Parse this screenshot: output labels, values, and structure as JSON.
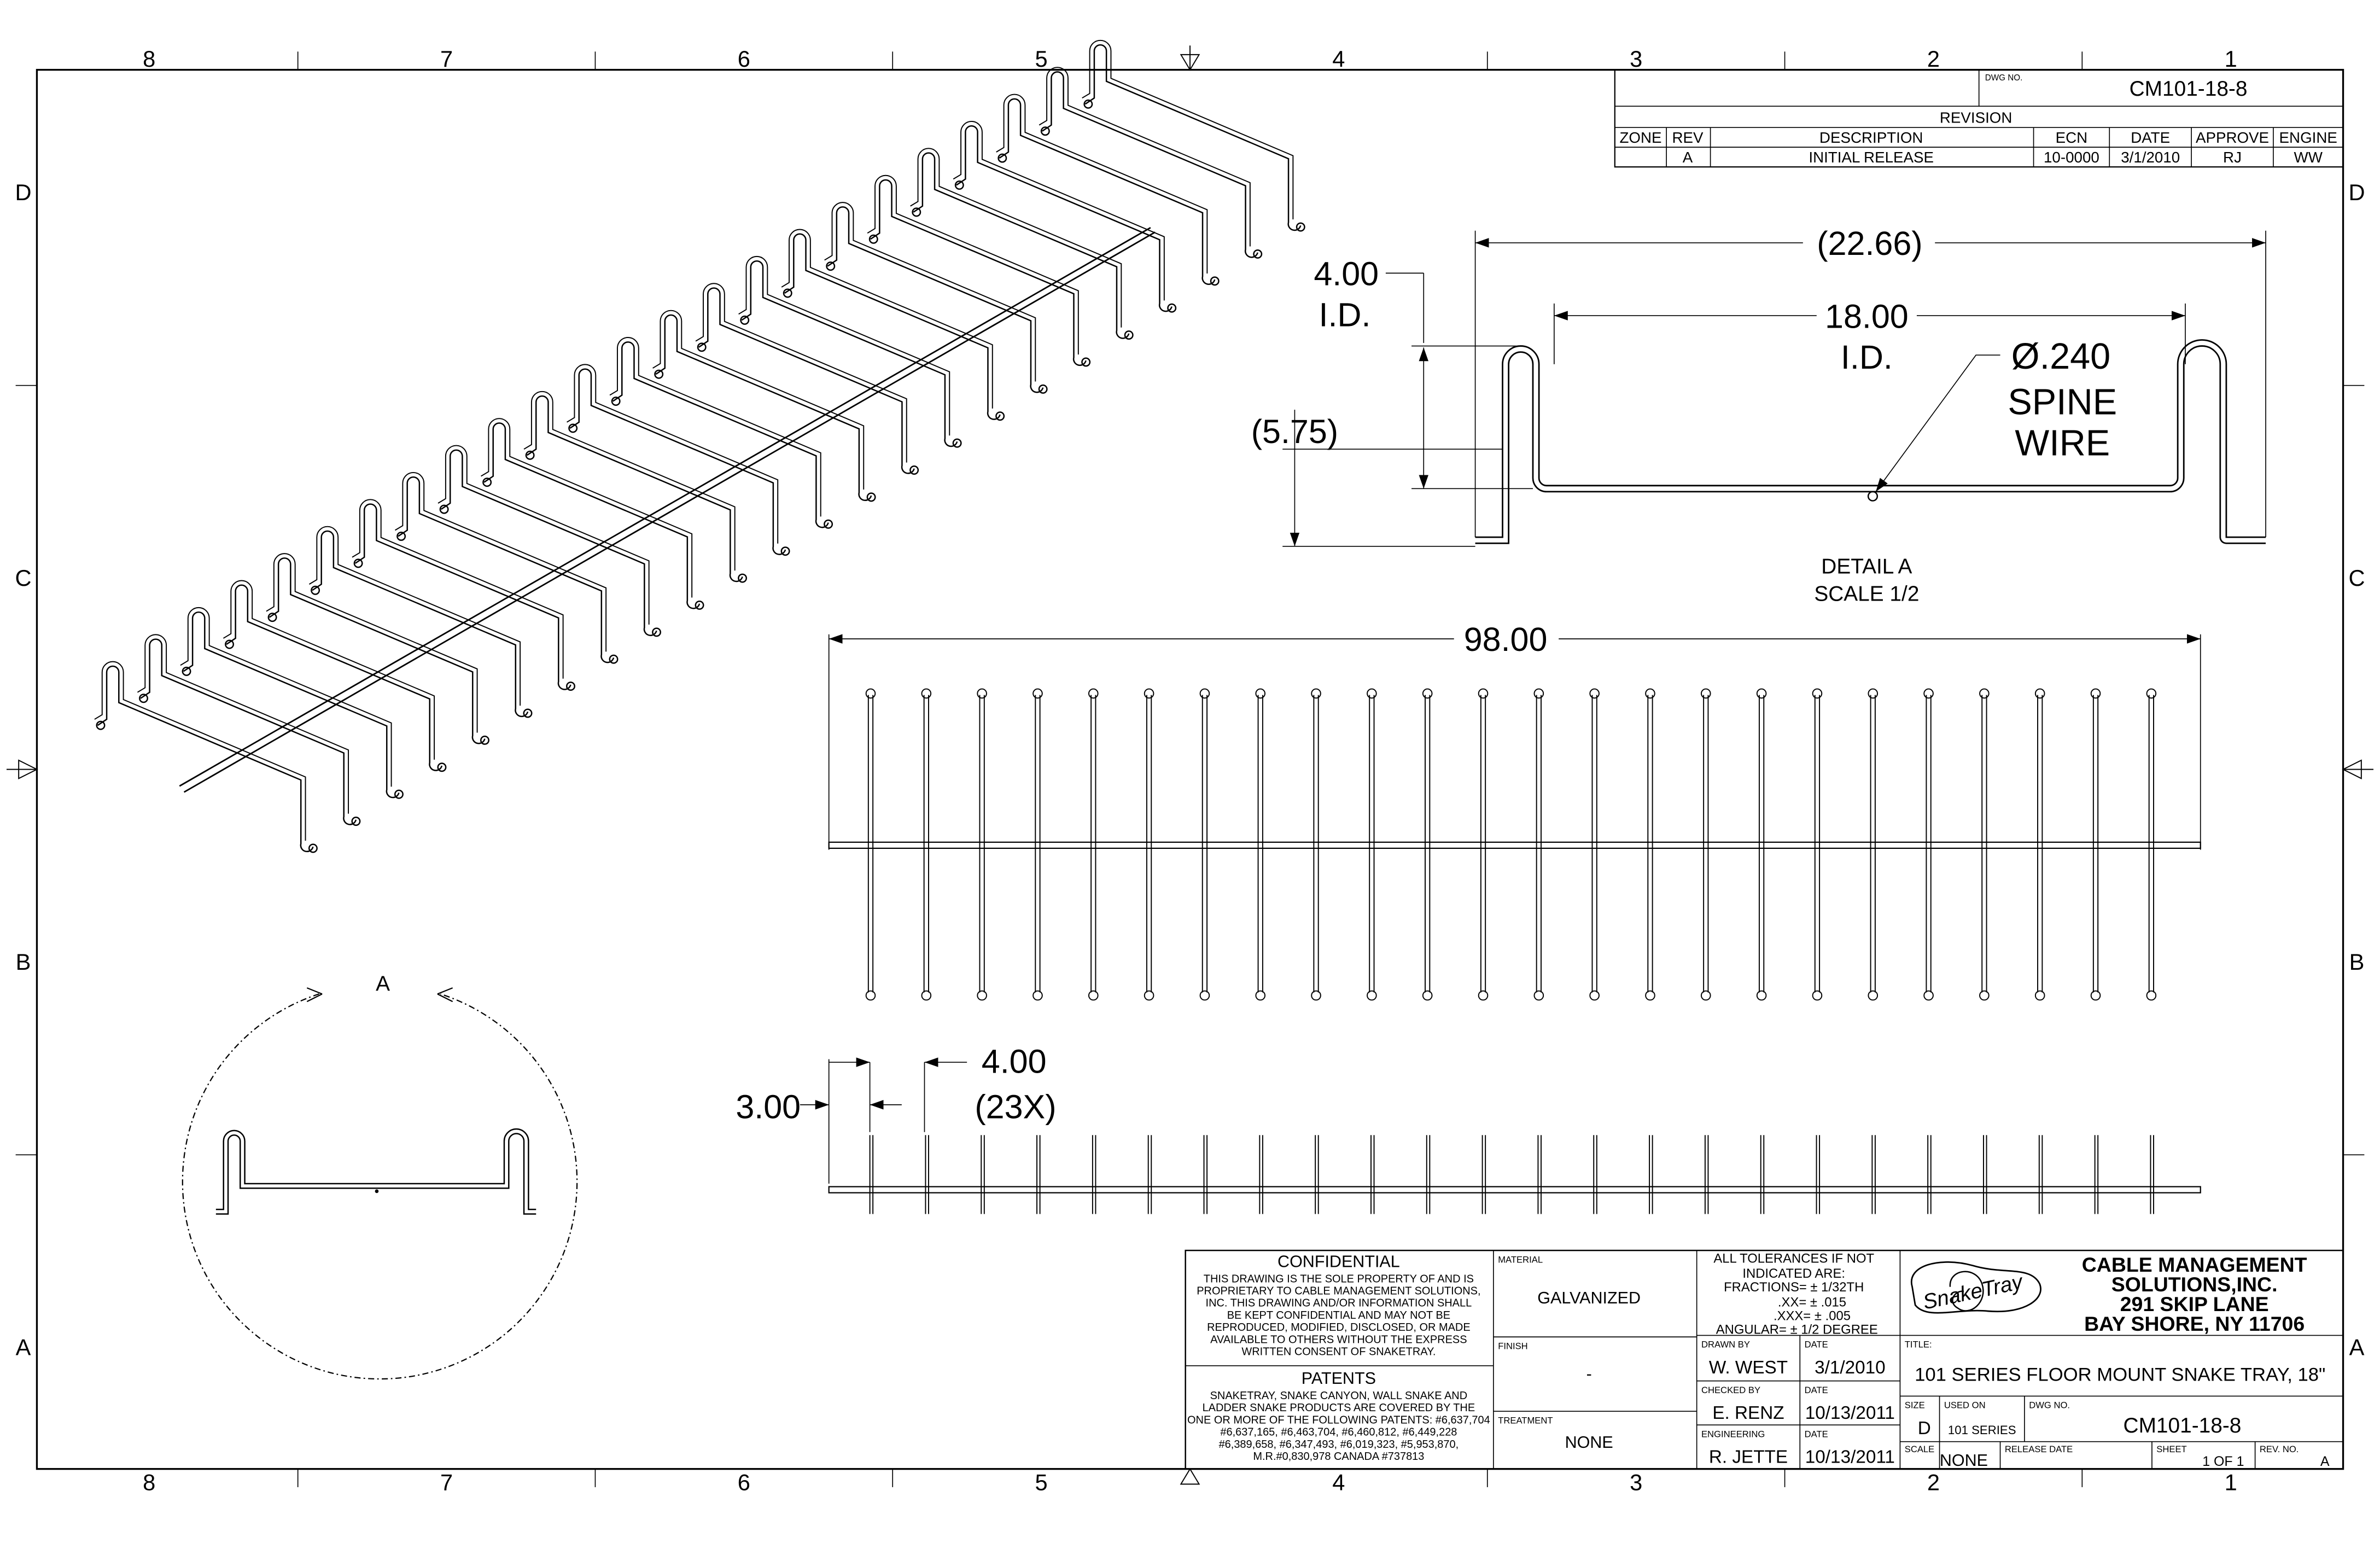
{
  "sheet": {
    "dwg_no_label": "DWG NO.",
    "dwg_no": "CM101-18-8",
    "border_columns": [
      "8",
      "7",
      "6",
      "5",
      "4",
      "3",
      "2",
      "1"
    ],
    "border_rows": [
      "D",
      "C",
      "B",
      "A"
    ]
  },
  "revision": {
    "title": "REVISION",
    "headers": [
      "ZONE",
      "REV",
      "DESCRIPTION",
      "ECN",
      "DATE",
      "APPROVE",
      "ENGINE"
    ],
    "row": [
      "",
      "A",
      "INITIAL RELEASE",
      "10-0000",
      "3/1/2010",
      "RJ",
      "WW"
    ]
  },
  "detail_a": {
    "overall_width": "(22.66)",
    "id_height_value": "4.00",
    "id_height_unit": "I.D.",
    "id_width_value": "18.00",
    "id_width_unit": "I.D.",
    "overall_height": "(5.75)",
    "spine_dia": "Ø.240",
    "spine_line1": "SPINE",
    "spine_line2": "WIRE",
    "title": "DETAIL  A",
    "scale": "SCALE 1/2"
  },
  "top_view": {
    "length": "98.00",
    "rung_count": 24
  },
  "side_view": {
    "start_offset": "3.00",
    "pitch": "4.00",
    "pitch_count": "(23X)"
  },
  "section_callout": "A",
  "confidential": {
    "title": "CONFIDENTIAL",
    "lines": [
      "THIS DRAWING IS THE SOLE PROPERTY OF AND IS",
      "PROPRIETARY TO CABLE MANAGEMENT SOLUTIONS,",
      "INC. THIS DRAWING AND/OR INFORMATION SHALL",
      "BE KEPT CONFIDENTIAL AND MAY NOT BE",
      "REPRODUCED, MODIFIED, DISCLOSED, OR MADE",
      "AVAILABLE TO OTHERS WITHOUT THE EXPRESS",
      "WRITTEN CONSENT OF SNAKETRAY."
    ]
  },
  "patents": {
    "title": "PATENTS",
    "lines": [
      "SNAKETRAY, SNAKE CANYON, WALL SNAKE AND",
      "LADDER SNAKE PRODUCTS ARE COVERED BY THE",
      "ONE OR MORE OF THE FOLLOWING PATENTS: #6,637,704",
      "#6,637,165, #6,463,704, #6,460,812, #6,449,228",
      "#6,389,658, #6,347,493, #6,019,323, #5,953,870,",
      "M.R.#0,830,978 CANADA #737813"
    ]
  },
  "material": {
    "label": "MATERIAL",
    "value": "GALVANIZED"
  },
  "finish": {
    "label": "FINISH",
    "value": "-"
  },
  "treatment": {
    "label": "TREATMENT",
    "value": "NONE"
  },
  "tolerances": {
    "lines": [
      "ALL TOLERANCES IF NOT",
      "INDICATED ARE:",
      "FRACTIONS= ± 1/32TH",
      ".XX= ± .015",
      ".XXX= ± .005",
      "ANGULAR= ± 1/2 DEGREE"
    ]
  },
  "signoff": [
    {
      "role": "DRAWN BY",
      "name": "W. WEST",
      "date_label": "DATE",
      "date": "3/1/2010"
    },
    {
      "role": "CHECKED BY",
      "name": "E. RENZ",
      "date_label": "DATE",
      "date": "10/13/2011"
    },
    {
      "role": "ENGINEERING",
      "name": "R. JETTE",
      "date_label": "DATE",
      "date": "10/13/2011"
    }
  ],
  "logo_text": "SnakeTray",
  "company": {
    "line1": "CABLE MANAGEMENT",
    "line2": "SOLUTIONS,INC.",
    "line3": "291 SKIP LANE",
    "line4": "BAY SHORE, NY 11706"
  },
  "title_block": {
    "title_label": "TITLE:",
    "title": "101 SERIES FLOOR MOUNT SNAKE TRAY, 18\"",
    "size_label": "SIZE",
    "size": "D",
    "used_on_label": "USED ON",
    "used_on": "101 SERIES",
    "dwg_no_label": "DWG NO.",
    "dwg_no": "CM101-18-8",
    "scale_label": "SCALE",
    "scale": "NONE",
    "release_label": "RELEASE DATE",
    "release": "",
    "sheet_label": "SHEET",
    "sheet": "1 OF 1",
    "rev_label": "REV. NO.",
    "rev": "A"
  }
}
